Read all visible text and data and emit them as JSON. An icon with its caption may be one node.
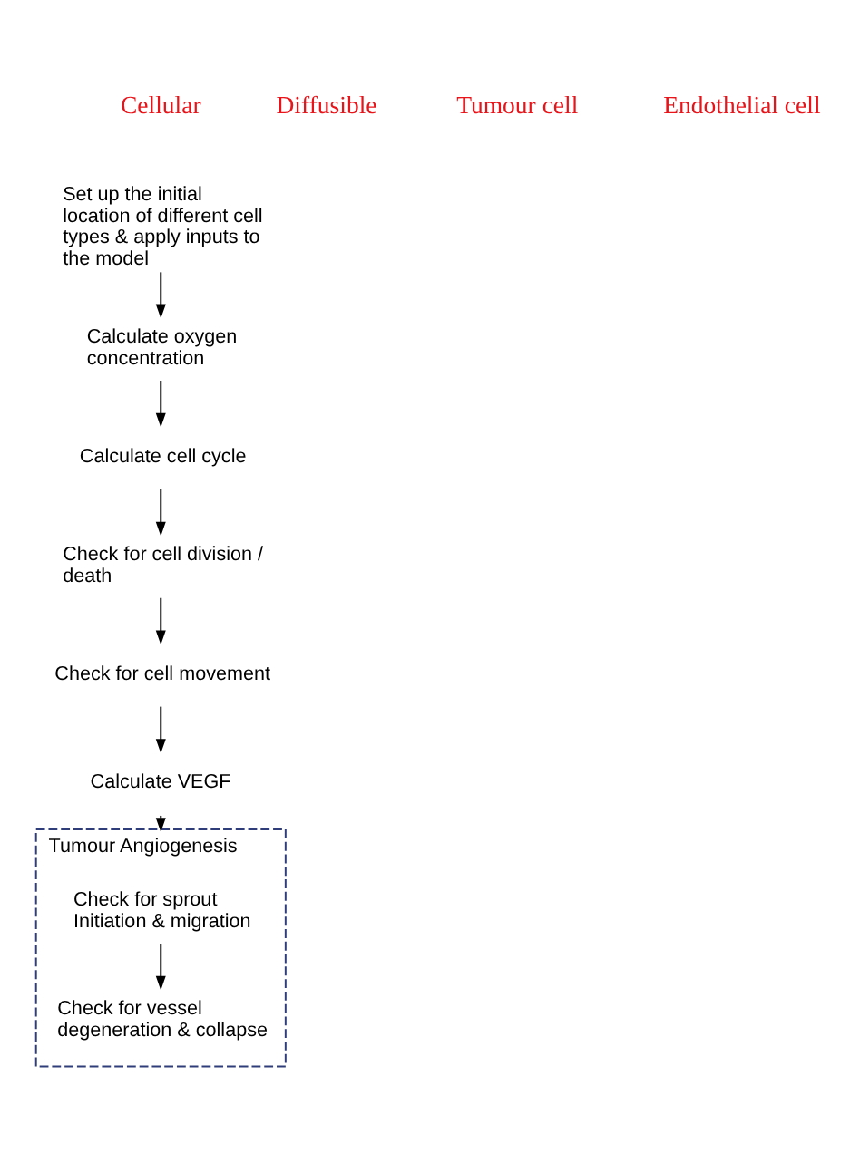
{
  "diagram": {
    "nodes": [
      {
        "text": [
          "Set up the initial location of different cell types & apply inputs to the model"
        ]
      },
      {
        "text": [
          "Calculate oxygen concentration"
        ]
      },
      {
        "text": [
          "Calculate cell cycle"
        ]
      },
      {
        "text": [
          "Check for cell division / death"
        ]
      },
      {
        "text": [
          "Check for cell movement"
        ]
      },
      {
        "text": [
          "Calculate VEGF"
        ]
      },
      {
        "text": [
          "Tumour Angiogenesis"
        ]
      },
      {
        "text": [
          "Check for sprout Initiation & migration"
        ],
        "in": 6
      },
      {
        "text": [
          "Check for vessel degeneration & collapse"
        ],
        "in": 6
      }
    ],
    "edges": [
      {
        "from": 0,
        "to": 1,
        "arrow": "to"
      },
      {
        "from": 1,
        "to": 2,
        "arrow": "to"
      },
      {
        "from": 2,
        "to": 3,
        "arrow": "to"
      },
      {
        "from": 3,
        "to": 4,
        "arrow": "to"
      },
      {
        "from": 4,
        "to": 5,
        "arrow": "to"
      },
      {
        "from": 5,
        "to": 6,
        "arrow": "to"
      },
      {
        "from": 7,
        "to": 8,
        "arrow": "to"
      }
    ],
    "labels": [
      "Cellular",
      "Diffusible",
      "Tumour cell",
      "Endothelial cell"
    ]
  }
}
